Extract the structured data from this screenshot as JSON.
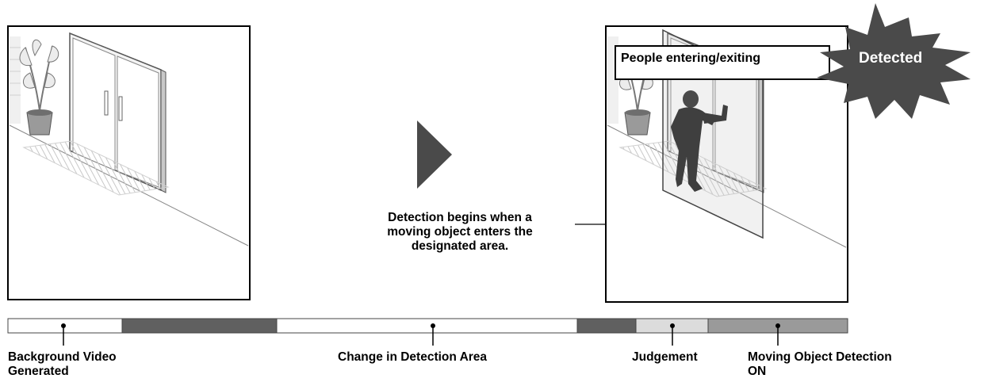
{
  "annotation": {
    "detection_text": [
      "Detection begins when a",
      "moving object enters the",
      "designated area."
    ]
  },
  "scene_after": {
    "label": "People entering/exiting",
    "starburst_text": "Detected"
  },
  "timeline": {
    "labels": {
      "background": [
        "Background Video",
        "Generated"
      ],
      "change": "Change in Detection Area",
      "judgement": "Judgement",
      "moving": [
        "Moving Object Detection",
        "ON"
      ]
    },
    "colors": {
      "light": "#ffffff",
      "dark": "#606060",
      "judgement": "#dcdcdc",
      "moving": "#9a9a9a"
    }
  },
  "colors": {
    "starburst": "#4a4a4a",
    "arrow": "#4a4a4a",
    "frame": "#000000"
  }
}
